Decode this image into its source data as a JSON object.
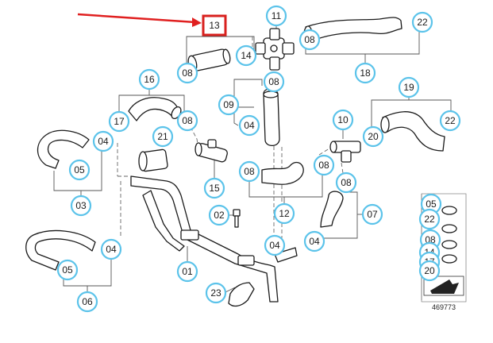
{
  "callouts": {
    "c13": "13",
    "c11": "11",
    "c22a": "22",
    "c08a": "08",
    "c14": "14",
    "c08b": "08",
    "c18": "18",
    "c16": "16",
    "c08c": "08",
    "c19": "19",
    "c17": "17",
    "c08d": "08",
    "c09": "09",
    "c04a": "04",
    "c10": "10",
    "c22b": "22",
    "c20a": "20",
    "c21": "21",
    "c04b": "04",
    "c05a": "05",
    "c08e": "08",
    "c08f": "08",
    "c15": "15",
    "c08g": "08",
    "c03": "03",
    "c02": "02",
    "c12": "12",
    "c07": "07",
    "c04c": "04",
    "c04d": "04",
    "c04e": "04",
    "c05b": "05",
    "c06": "06",
    "c01": "01",
    "c23": "23",
    "k05": "05",
    "k22": "22",
    "k08": "08",
    "k14": "14",
    "k17": "17",
    "k20": "20"
  },
  "reference_number": "469773",
  "colors": {
    "callout_ring": "#5bc3ea",
    "highlight": "#d8201e",
    "arrow": "#e02020",
    "line_art": "#1a1a1a"
  }
}
